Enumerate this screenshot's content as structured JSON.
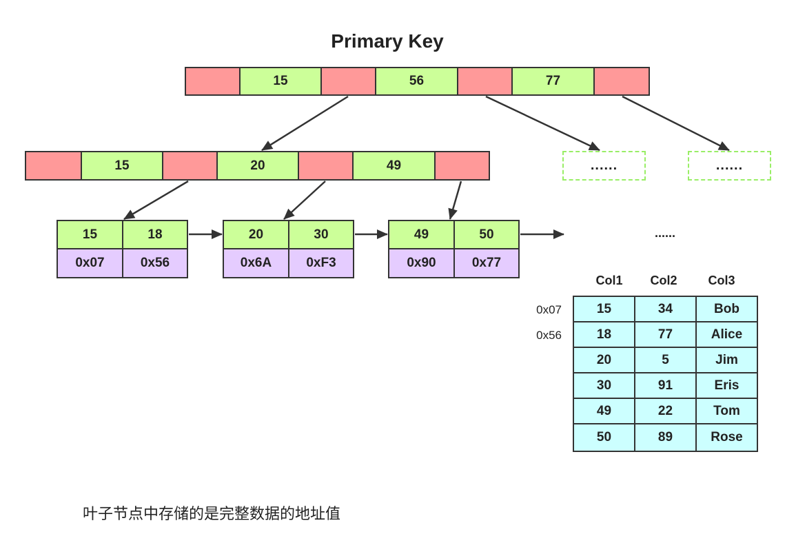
{
  "title": "Primary Key",
  "root": {
    "keys": [
      "15",
      "56",
      "77"
    ]
  },
  "internal": {
    "keys": [
      "15",
      "20",
      "49"
    ]
  },
  "placeholder_nodes": [
    "......",
    "......"
  ],
  "leaves": [
    {
      "keys": [
        "15",
        "18"
      ],
      "addrs": [
        "0x07",
        "0x56"
      ]
    },
    {
      "keys": [
        "20",
        "30"
      ],
      "addrs": [
        "0x6A",
        "0xF3"
      ]
    },
    {
      "keys": [
        "49",
        "50"
      ],
      "addrs": [
        "0x90",
        "0x77"
      ]
    }
  ],
  "leaf_ellipsis": "......",
  "table": {
    "headers": [
      "Col1",
      "Col2",
      "Col3"
    ],
    "row_addresses": [
      "0x07",
      "0x56"
    ],
    "rows": [
      [
        "15",
        "34",
        "Bob"
      ],
      [
        "18",
        "77",
        "Alice"
      ],
      [
        "20",
        "5",
        "Jim"
      ],
      [
        "30",
        "91",
        "Eris"
      ],
      [
        "49",
        "22",
        "Tom"
      ],
      [
        "50",
        "89",
        "Rose"
      ]
    ]
  },
  "caption": "叶子节点中存储的是完整数据的地址值",
  "colors": {
    "key_cell": "#ccff99",
    "pointer_cell": "#ff9999",
    "address_cell": "#e5ccff",
    "table_cell": "#ccffff",
    "placeholder_border": "#99ee66"
  }
}
